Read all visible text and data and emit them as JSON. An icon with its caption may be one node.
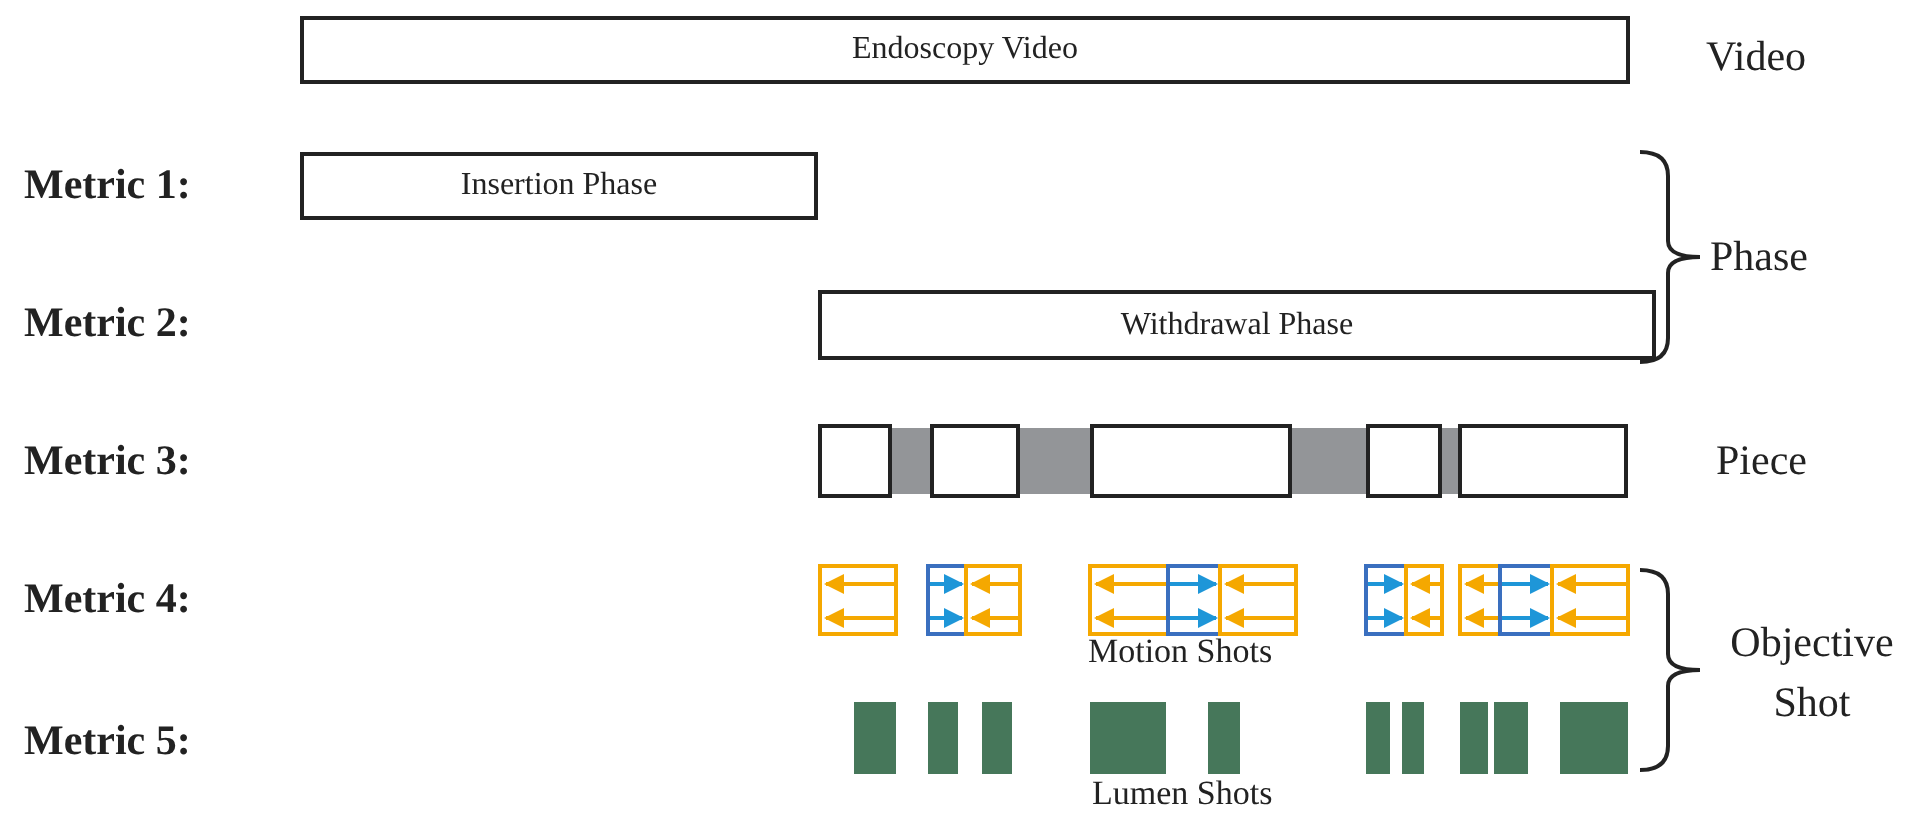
{
  "diagram": {
    "nodes": [
      {
        "text": [
          "Endoscopy Video"
        ]
      },
      {
        "text": [
          "Insertion Phase"
        ]
      },
      {
        "text": [
          "Withdrawal Phase"
        ]
      },
      {
        "text": [],
        "shape": "box"
      },
      {
        "text": [],
        "shape": "box"
      },
      {
        "text": [],
        "shape": "box"
      },
      {
        "text": [],
        "shape": "box"
      },
      {
        "text": [],
        "shape": "box"
      }
    ],
    "labels": [
      "Video",
      "Metric 1:",
      "Phase",
      "Metric 2:",
      "Metric 3:",
      "Piece",
      "Metric 4:",
      "Objective Shot",
      "Motion Shots",
      "Metric 5:",
      "Lumen Shots"
    ]
  }
}
